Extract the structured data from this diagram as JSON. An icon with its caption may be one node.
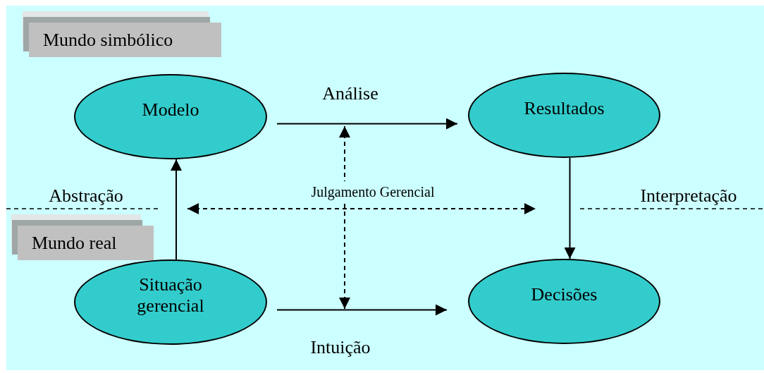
{
  "diagram": {
    "nodes": [
      {
        "text": [
          "Mundo simbólico"
        ]
      },
      {
        "text": [
          "Modelo"
        ]
      },
      {
        "text": [
          "Resultados"
        ]
      },
      {
        "text": [
          "Mundo real"
        ]
      },
      {
        "text": [
          "Situação gerencial"
        ]
      },
      {
        "text": [
          "Decisões"
        ]
      }
    ],
    "edges": [
      {
        "from": 1,
        "to": 2,
        "arrow": "to",
        "label": "Análise"
      },
      {
        "from": 4,
        "to": 1,
        "arrow": "to",
        "label": "Abstração"
      },
      {
        "from": 2,
        "to": 5,
        "arrow": "to",
        "label": "Interpretação"
      },
      {
        "from": 4,
        "to": 5,
        "arrow": "to",
        "label": "Intuição"
      }
    ],
    "labels": [
      "Julgamento Gerencial"
    ]
  }
}
